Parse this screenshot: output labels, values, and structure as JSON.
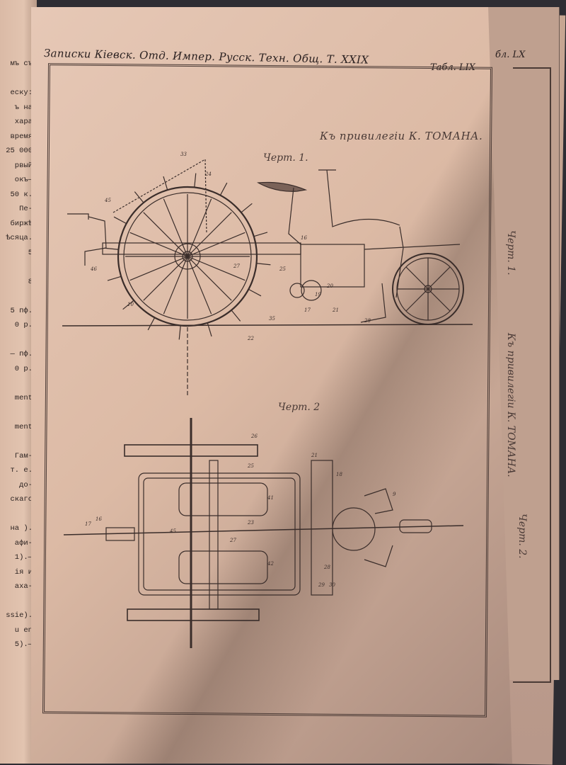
{
  "header": {
    "journal_title": "Записки Кiевск. Отд. Импер. Русск. Техн. Общ. Т. XXIX",
    "plate_number": "Табл. LIX",
    "next_plate_number": "бл. LX"
  },
  "drawing": {
    "privilege_title": "Къ привилегiи К. ТОМАНА.",
    "figure_1_label": "Черт. 1.",
    "figure_2_label": "Черт. 2",
    "figure_1_parts": [
      "33",
      "24",
      "45",
      "46",
      "16",
      "27",
      "25",
      "21",
      "17",
      "19",
      "20",
      "28",
      "10",
      "22",
      "35"
    ],
    "figure_2_parts": [
      "26",
      "25",
      "21",
      "18",
      "41",
      "45",
      "27",
      "23",
      "17",
      "16",
      "9",
      "28",
      "29",
      "30",
      "42"
    ]
  },
  "next_page": {
    "figure_label": "Черт. 1.",
    "privilege_title": "Къ привилегiи К. ТОМАНА.",
    "figure_2_label": "Черт. 2."
  },
  "left_page": {
    "lines": [
      "мъ съ",
      "",
      "еску:",
      "ъ на",
      "хара",
      "время",
      "25 000",
      "рвый",
      "окъ—",
      "50 к.",
      "Пе-",
      "биржѣ",
      "ѣсяца.",
      "5",
      "",
      "8",
      "",
      "5 пф.",
      "0 р.",
      "",
      "— пф.",
      "0 р.",
      "",
      "ment",
      "",
      "ment",
      "",
      "Гам-",
      "т. е.",
      "до-",
      "скаго",
      "",
      "на ).",
      "афи-",
      "1).—",
      "iя и",
      "аха-",
      "",
      "ssie).",
      "u en",
      "5).—"
    ]
  },
  "colors": {
    "paper": "#dcbaa5",
    "ink": "#3a2d2a",
    "background": "#2e2d33"
  }
}
